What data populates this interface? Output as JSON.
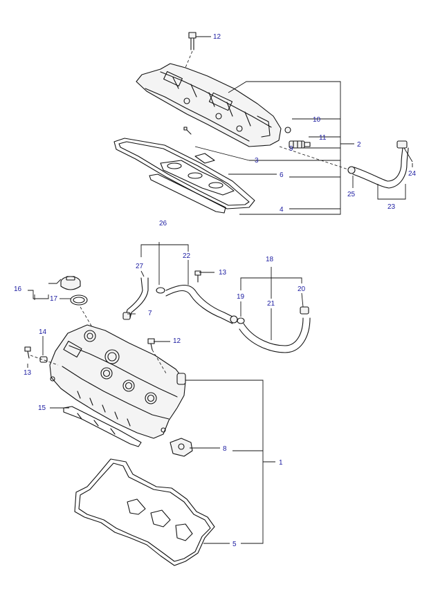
{
  "callouts": {
    "c1": "1",
    "c2": "2",
    "c3": "3",
    "c4": "4",
    "c5": "5",
    "c6": "6",
    "c7": "7",
    "c8": "8",
    "c9": "9",
    "c10": "10",
    "c11": "11",
    "c12_top": "12",
    "c12_mid": "12",
    "c13_right": "13",
    "c13_left": "13",
    "c14": "14",
    "c15": "15",
    "c16": "16",
    "c17": "17",
    "c18": "18",
    "c19": "19",
    "c20": "20",
    "c21": "21",
    "c22": "22",
    "c23": "23",
    "c24": "24",
    "c25": "25",
    "c26": "26",
    "c27": "27"
  },
  "colors": {
    "callout_text": "#1a1aa0",
    "line": "#111111",
    "background": "#ffffff"
  }
}
